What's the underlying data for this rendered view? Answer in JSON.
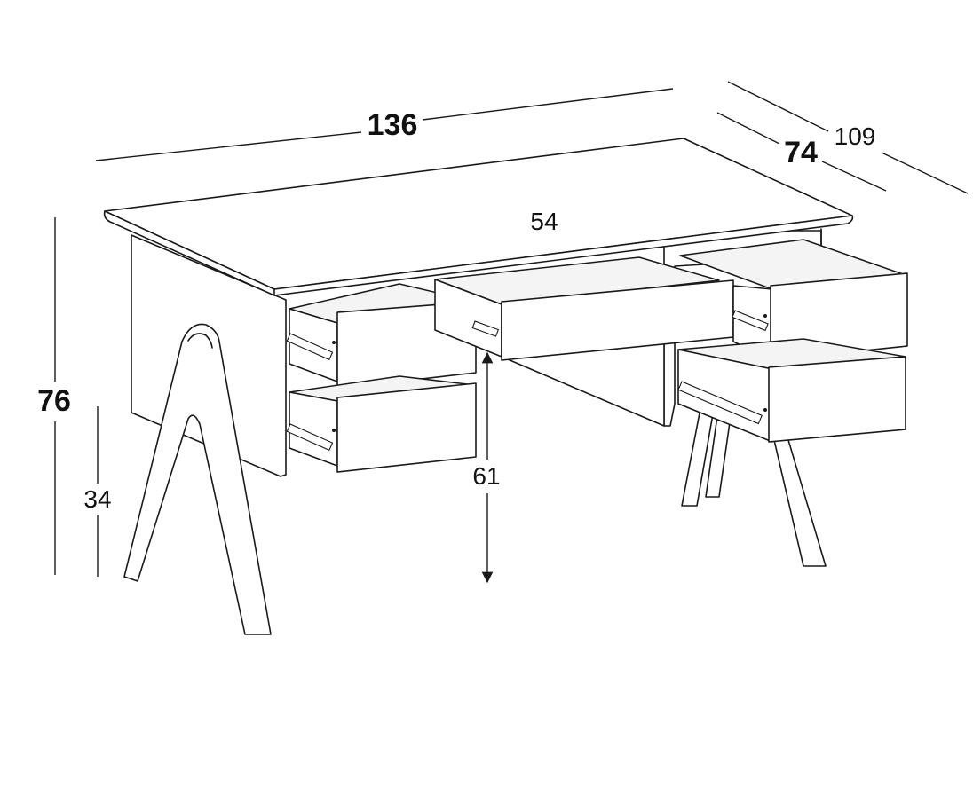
{
  "dimensions": {
    "width_total": "136",
    "depth_with_drawers_open": "109",
    "depth": "74",
    "height_total": "76",
    "height_under_legs": "34",
    "inner_width": "54",
    "knee_height": "61"
  },
  "colors": {
    "line": "#1a1a1a",
    "background": "#ffffff"
  }
}
